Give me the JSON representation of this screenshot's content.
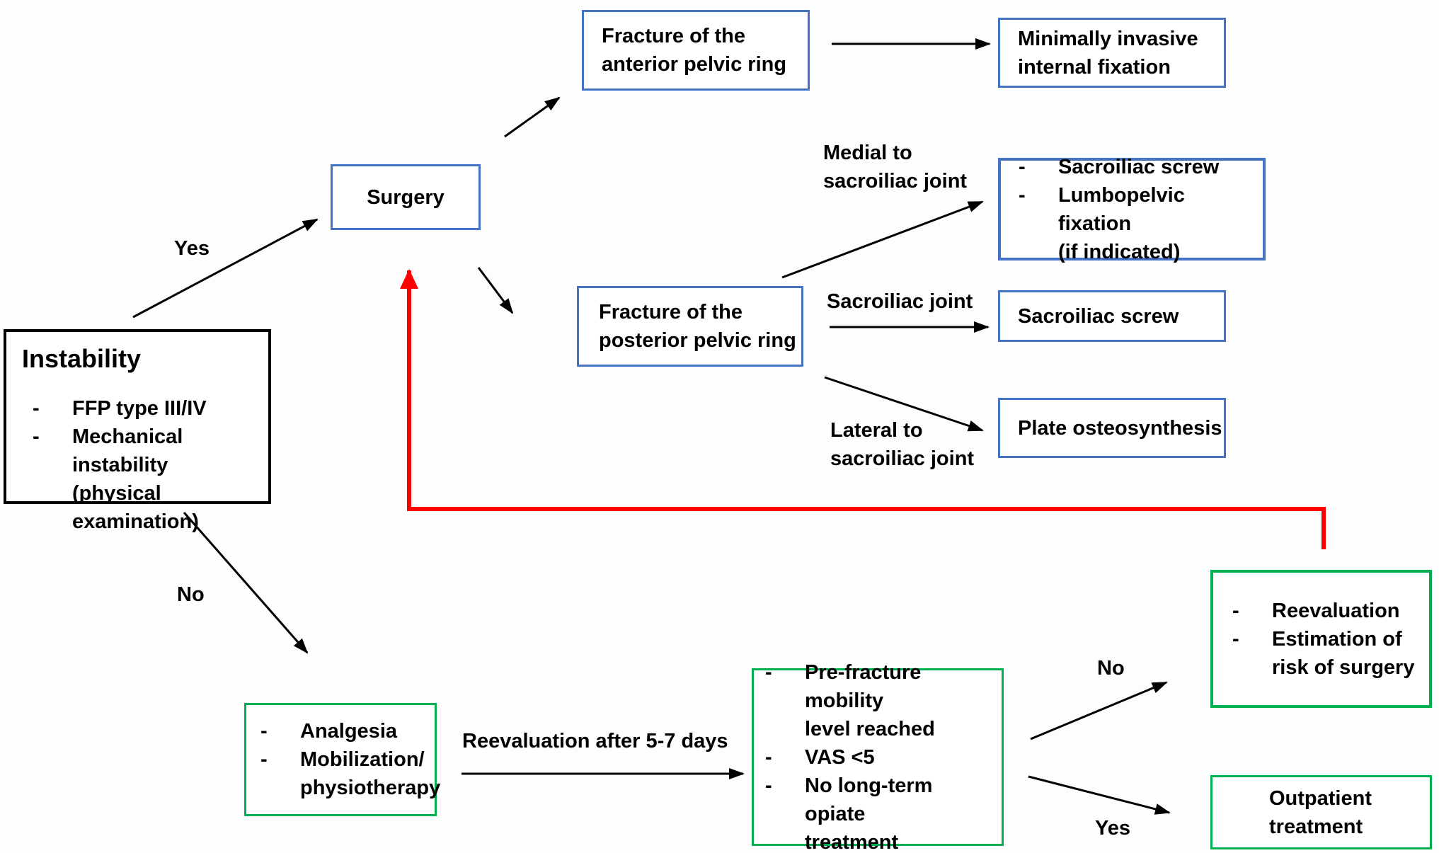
{
  "diagram": {
    "bullet_marker": "-",
    "colors": {
      "box_blue": "#4472C4",
      "box_green": "#00B050",
      "box_black": "#000000",
      "arrow_black": "#000000",
      "arrow_red": "#FF0000",
      "background": "#FFFFFF",
      "text": "#000000"
    },
    "nodes": {
      "instability": {
        "title": "Instability",
        "bullets": [
          "FFP type III/IV",
          "Mechanical instability\n(physical examination)"
        ]
      },
      "surgery": {
        "label": "Surgery"
      },
      "anterior_fracture": {
        "label": "Fracture of the\nanterior pelvic ring"
      },
      "minimally_invasive": {
        "label": "Minimally invasive\ninternal fixation"
      },
      "posterior_fracture": {
        "label": "Fracture of the\nposterior pelvic ring"
      },
      "medial_treatment": {
        "bullets": [
          "Sacroiliac screw",
          "Lumbopelvic fixation\n(if indicated)"
        ]
      },
      "sacroiliac_screw": {
        "label": "Sacroiliac screw"
      },
      "plate_osteosynthesis": {
        "label": "Plate osteosynthesis"
      },
      "conservative": {
        "bullets": [
          "Analgesia",
          "Mobilization/\nphysiotherapy"
        ]
      },
      "reevaluation_criteria": {
        "bullets": [
          "Pre-fracture mobility\nlevel reached",
          "VAS <5",
          "No long-term opiate\ntreatment"
        ]
      },
      "reevaluation_risk": {
        "bullets": [
          "Reevaluation",
          "Estimation of\nrisk of surgery"
        ]
      },
      "outpatient": {
        "label": "Outpatient\ntreatment"
      }
    },
    "edge_labels": {
      "yes_surgery": "Yes",
      "no_conservative": "No",
      "medial": "Medial to\nsacroiliac joint",
      "sacroiliac_joint": "Sacroiliac joint",
      "lateral": "Lateral to\nsacroiliac joint",
      "reevaluation_after": "Reevaluation after 5-7 days",
      "no_reevaluation": "No",
      "yes_outpatient": "Yes"
    }
  }
}
